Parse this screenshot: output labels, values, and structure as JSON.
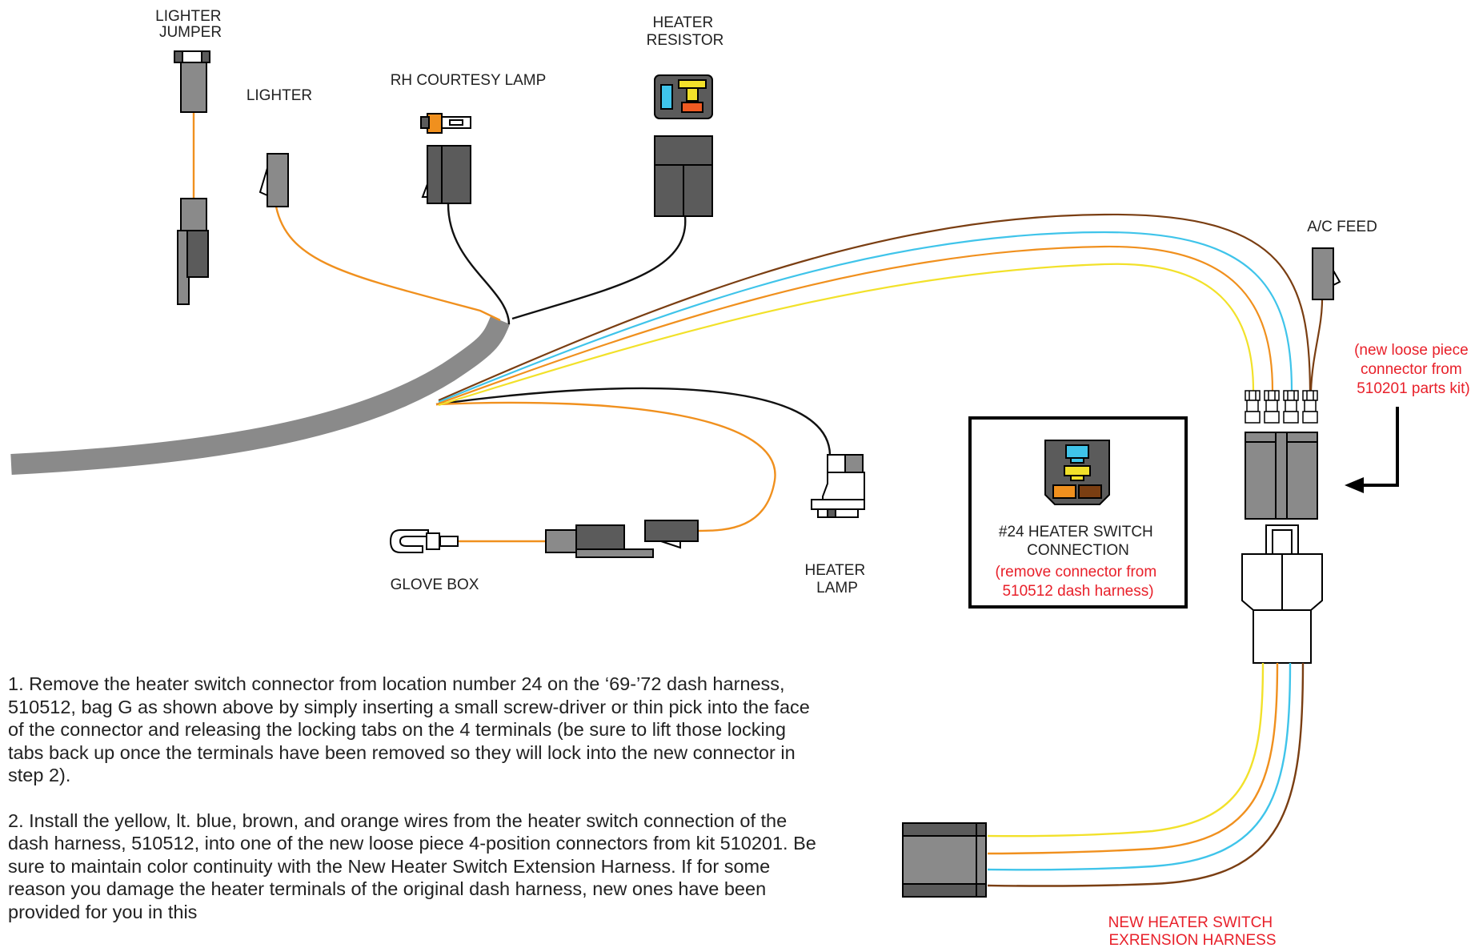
{
  "colors": {
    "harness_gray": "#8a8a8a",
    "connector_gray": "#5b5b5b",
    "wire_orange": "#f0901e",
    "wire_yellow": "#f2e12a",
    "wire_blue": "#3fc4ea",
    "wire_brown": "#7a3e12",
    "wire_black": "#111111",
    "note_red": "#e8202a"
  },
  "labels": {
    "lighter_jumper": [
      "LIGHTER",
      "JUMPER"
    ],
    "lighter": "LIGHTER",
    "rh_courtesy_lamp": "RH COURTESY LAMP",
    "heater_resistor": [
      "HEATER",
      "RESISTOR"
    ],
    "ac_feed": "A/C FEED",
    "glove_box": "GLOVE BOX",
    "heater_lamp": [
      "HEATER",
      "LAMP"
    ],
    "new_loose_piece": [
      "(new loose piece",
      "connector from",
      "510201 parts kit)"
    ],
    "heater_switch_box": {
      "title": [
        "#24 HEATER SWITCH",
        "CONNECTION"
      ],
      "note": [
        "(remove connector from",
        "510512 dash harness)"
      ]
    },
    "extension_harness": [
      "NEW HEATER SWITCH",
      "EXRENSION HARNESS"
    ]
  },
  "instructions": {
    "step1": "1. Remove the heater switch connector from location number 24 on the ‘69-’72 dash harness, 510512, bag G as shown above by simply inserting a small screw-driver or thin pick into the face of the connector and releasing the locking tabs on the 4 terminals (be sure to lift those locking tabs back up once the terminals have been removed so they will lock into the new connector in step 2).",
    "step2": "2. Install the yellow, lt. blue, brown, and orange wires from the heater switch connection of the dash harness, 510512, into one of the new loose piece 4-position connectors from kit 510201. Be sure to maintain color continuity with the New Heater Switch Extension Harness. If for some reason you damage the heater terminals of the original dash harness, new ones have been provided for you in this"
  }
}
